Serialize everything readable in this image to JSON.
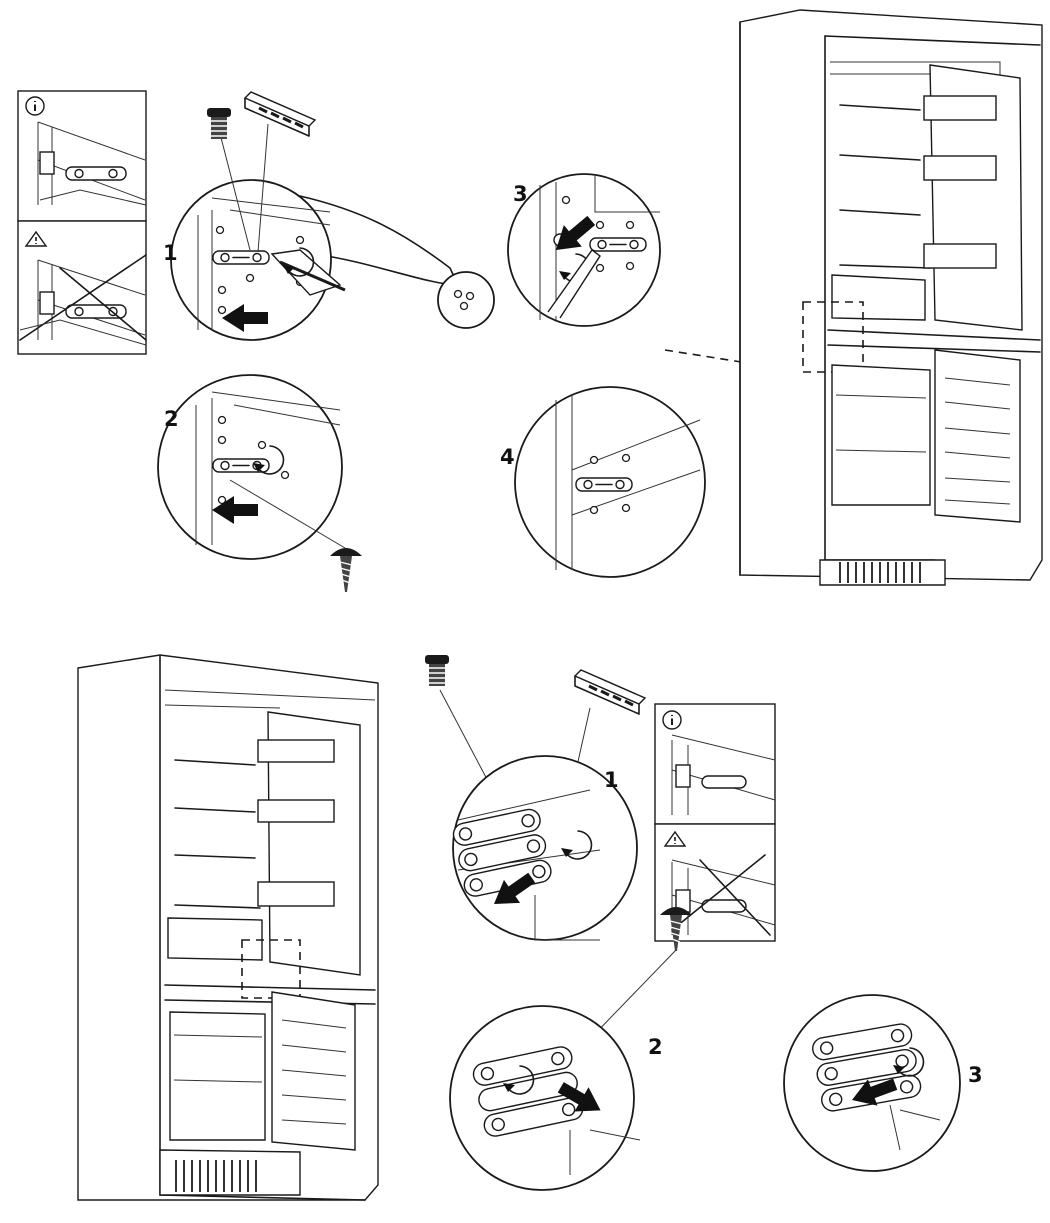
{
  "top_section": {
    "step_labels": [
      "1",
      "2",
      "3",
      "4"
    ],
    "info_icon": "info-circle-icon",
    "warning_icon": "warning-triangle-icon"
  },
  "bottom_section": {
    "step_labels": [
      "1",
      "2",
      "3"
    ],
    "info_icon": "info-circle-icon",
    "warning_icon": "warning-triangle-icon"
  }
}
